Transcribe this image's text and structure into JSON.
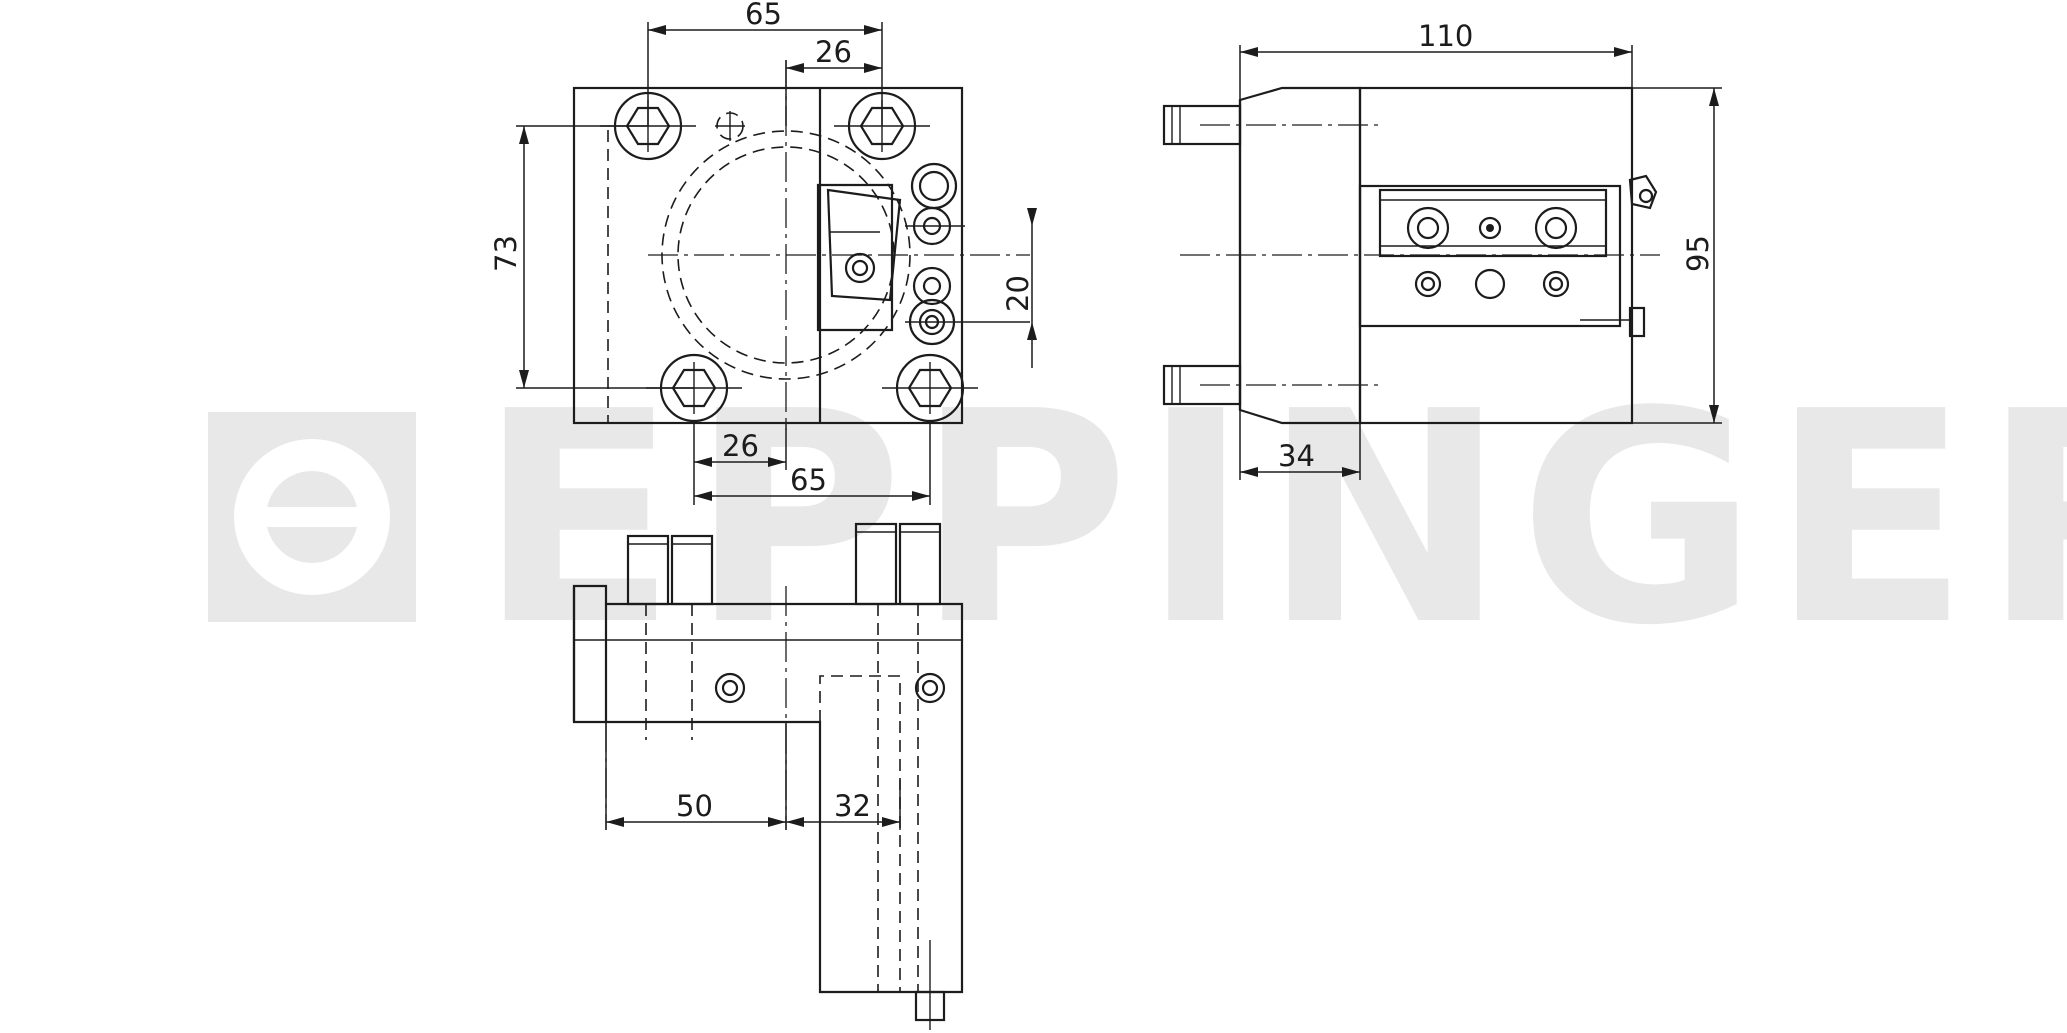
{
  "watermark": {
    "brand": "EPPINGER",
    "color": "#e8e8e8"
  },
  "line_color": "#1c1c1c",
  "dimensions": {
    "top_width": "65",
    "top_offset": "26",
    "height_left": "73",
    "spacing_right": "20",
    "bottom_offset": "26",
    "bottom_width": "65",
    "side_length": "110",
    "side_height": "95",
    "side_offset": "34",
    "lower_width": "50",
    "lower_offset": "32"
  }
}
